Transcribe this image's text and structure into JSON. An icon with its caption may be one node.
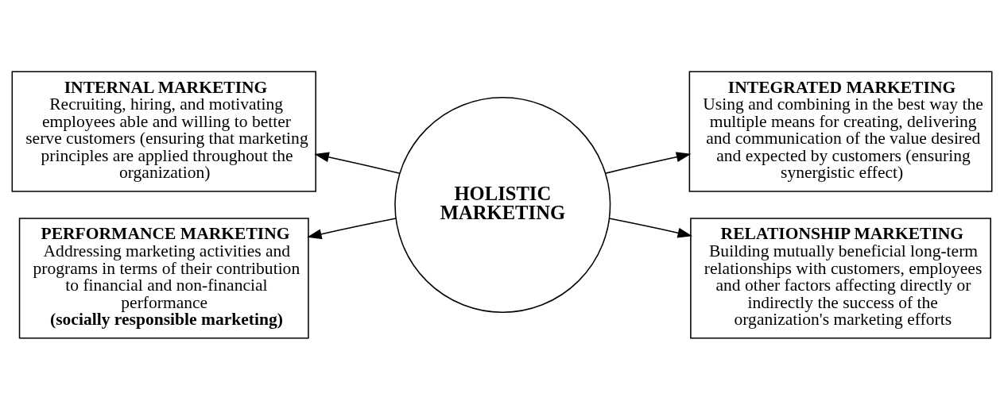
{
  "diagram": {
    "nodes": [
      {
        "text": [
          "HOLISTIC MARKETING"
        ]
      },
      {
        "text": [
          "INTERNAL MARKETING",
          "Recruiting, hiring, and motivating employees able and willing to better serve customers (ensuring that marketing principles are applied throughout the organization)"
        ]
      },
      {
        "text": [
          "INTEGRATED MARKETING",
          "Using and combining in the best way the multiple means for creating, delivering and communication of the value desired and expected by customers (ensuring synergistic effect)"
        ]
      },
      {
        "text": [
          "PERFORMANCE MARKETING",
          "Addressing marketing activities and programs in terms of their contribution to financial and non-financial performance",
          "(socially responsible marketing)"
        ]
      },
      {
        "text": [
          "RELATIONSHIP MARKETING",
          "Building mutually beneficial long-term relationships with customers, employees and other factors affecting directly or indirectly the success of the organization's marketing efforts"
        ]
      }
    ],
    "edges": [
      {
        "from": 0,
        "to": 1,
        "arrow": "to"
      },
      {
        "from": 0,
        "to": 2,
        "arrow": "to"
      },
      {
        "from": 0,
        "to": 3,
        "arrow": "to"
      },
      {
        "from": 0,
        "to": 4,
        "arrow": "to"
      }
    ]
  }
}
